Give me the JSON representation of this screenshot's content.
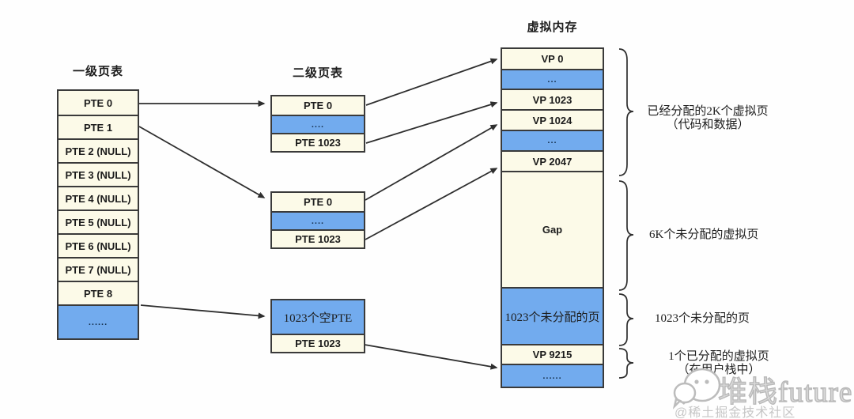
{
  "titles": {
    "level1": "一级页表",
    "level2": "二级页表",
    "vm": "虚拟内存"
  },
  "l1": {
    "rows": [
      "PTE 0",
      "PTE 1",
      "PTE 2 (NULL)",
      "PTE 3 (NULL)",
      "PTE 4 (NULL)",
      "PTE 5 (NULL)",
      "PTE 6 (NULL)",
      "PTE 7 (NULL)",
      "PTE 8",
      "......"
    ]
  },
  "l2": {
    "tableA": {
      "r0": "PTE 0",
      "r1": "....",
      "r2": "PTE 1023"
    },
    "tableB": {
      "r0": "PTE 0",
      "r1": "....",
      "r2": "PTE 1023"
    },
    "tableC": {
      "r0": "1023个空PTE",
      "r1": "PTE 1023"
    }
  },
  "vm": {
    "cells": [
      "VP 0",
      "...",
      "VP 1023",
      "VP 1024",
      "...",
      "VP 2047",
      "Gap",
      "1023个未分配的页",
      "VP 9215",
      "......"
    ]
  },
  "annotations": {
    "a1_line1": "已经分配的2K个虚拟页",
    "a1_line2": "（代码和数据）",
    "a2": "6K个未分配的虚拟页",
    "a3": "1023个未分配的页",
    "a4_line1": "1个已分配的虚拟页",
    "a4_line2": "（在用户栈中）"
  },
  "watermark": {
    "brand": "堆栈future",
    "credit": "@稀土掘金技术社区"
  },
  "colors": {
    "cell_cream": "#fcfae8",
    "cell_blue": "#72abee",
    "border": "#3a3a3a",
    "line": "#2e2e2e",
    "watermark_gray": "#c6c6c6"
  }
}
